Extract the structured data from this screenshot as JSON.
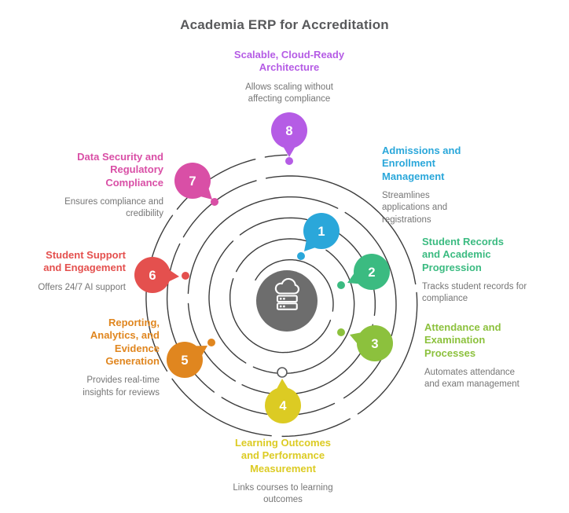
{
  "title": "Academia ERP for Accreditation",
  "center": {
    "icon": "cloud-server-icon"
  },
  "colors": {
    "spiral": "#3c3c3c",
    "hub": "#6d6d6d",
    "title_text": "#58595b",
    "desc_text": "#767676"
  },
  "items": [
    {
      "number": "1",
      "title": "Admissions and Enrollment Management",
      "desc": "Streamlines applications and registrations",
      "color": "#2aa7da"
    },
    {
      "number": "2",
      "title": "Student Records and Academic Progression",
      "desc": "Tracks student records for compliance",
      "color": "#3bbb81"
    },
    {
      "number": "3",
      "title": "Attendance and Examination Processes",
      "desc": "Automates attendance and exam management",
      "color": "#8cc13d"
    },
    {
      "number": "4",
      "title": "Learning Outcomes and Performance Measurement",
      "desc": "Links courses to learning outcomes",
      "color": "#dccb23"
    },
    {
      "number": "5",
      "title": "Reporting, Analytics, and Evidence Generation",
      "desc": "Provides real-time insights for reviews",
      "color": "#e0861f"
    },
    {
      "number": "6",
      "title": "Student Support and Engagement",
      "desc": "Offers 24/7 AI support",
      "color": "#e4504e"
    },
    {
      "number": "7",
      "title": "Data Security and Regulatory Compliance",
      "desc": "Ensures compliance and credibility",
      "color": "#d94fa6"
    },
    {
      "number": "8",
      "title": "Scalable, Cloud-Ready Architecture",
      "desc": "Allows scaling without affecting compliance",
      "color": "#b55ce5"
    }
  ]
}
